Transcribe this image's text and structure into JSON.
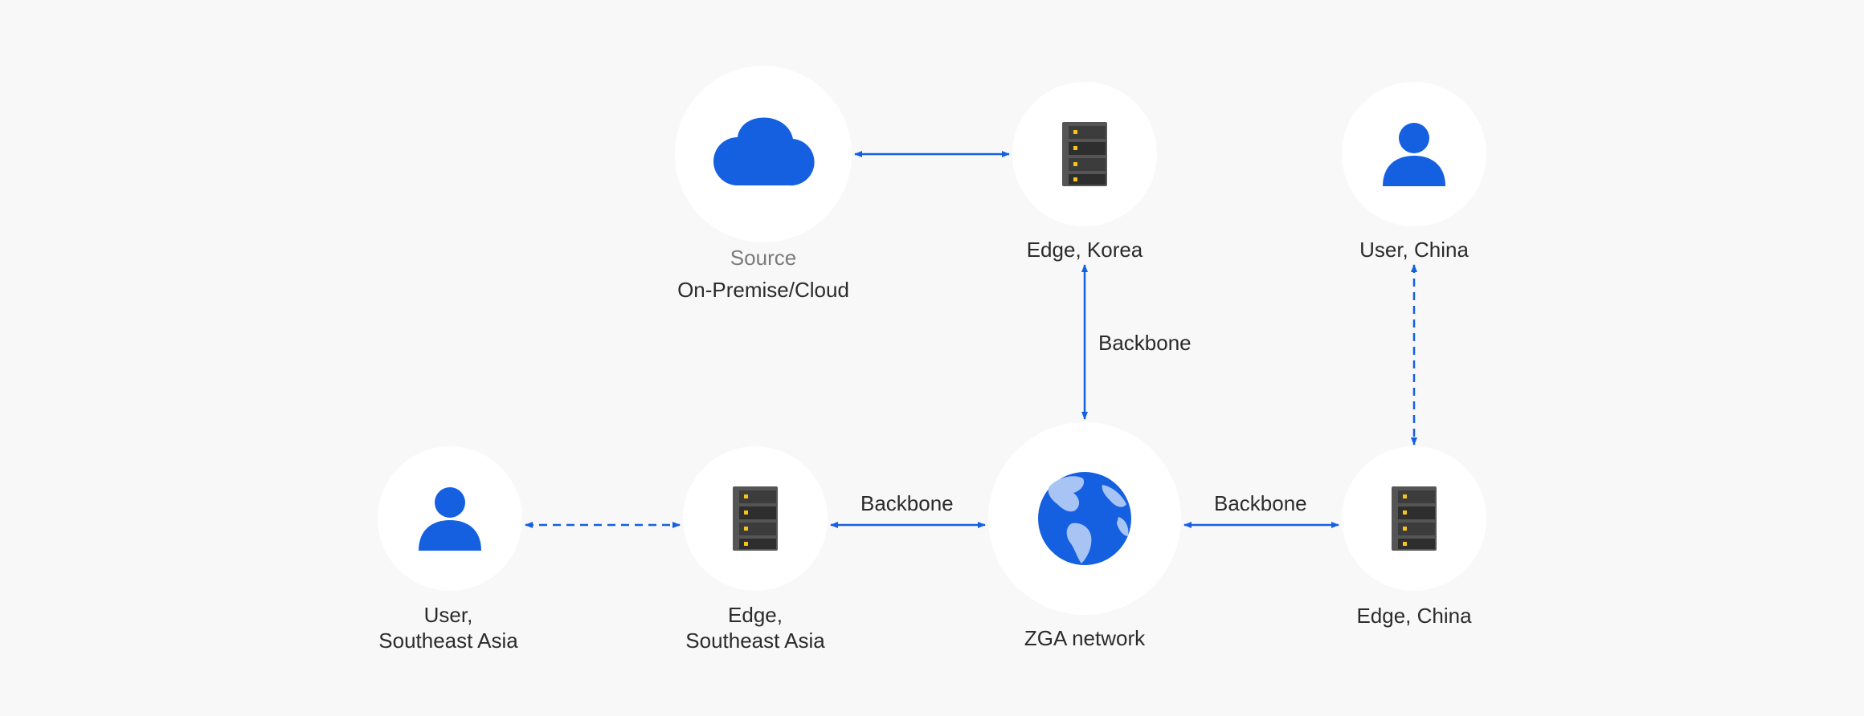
{
  "colors": {
    "background": "#f8f8f8",
    "node_fill": "#ffffff",
    "accent_blue": "#1560e0",
    "globe_land": "#a8c4f5",
    "server_body": "#555555",
    "server_slot": "#2e2e2e",
    "server_light": "#f5c518",
    "text": "#2b2b2b",
    "muted_text": "#7a7a7a"
  },
  "nodes": {
    "source": {
      "icon": "cloud-icon",
      "caption": "Source",
      "label": "On-Premise/Cloud"
    },
    "edge_korea": {
      "icon": "server-icon",
      "label": "Edge, Korea"
    },
    "user_china": {
      "icon": "user-icon",
      "label": "User, China"
    },
    "zga_network": {
      "icon": "globe-icon",
      "label": "ZGA network"
    },
    "edge_china": {
      "icon": "server-icon",
      "label": "Edge, China"
    },
    "edge_sea": {
      "icon": "server-icon",
      "label_line1": "Edge,",
      "label_line2": "Southeast Asia"
    },
    "user_sea": {
      "icon": "user-icon",
      "label_line1": "User,",
      "label_line2": "Southeast Asia"
    }
  },
  "connections": [
    {
      "from": "Source",
      "to": "Edge, Korea",
      "style": "solid",
      "label": ""
    },
    {
      "from": "Edge, Korea",
      "to": "ZGA network",
      "style": "solid",
      "label": "Backbone"
    },
    {
      "from": "Edge, Southeast Asia",
      "to": "ZGA network",
      "style": "solid",
      "label": "Backbone"
    },
    {
      "from": "ZGA network",
      "to": "Edge, China",
      "style": "solid",
      "label": "Backbone"
    },
    {
      "from": "User, Southeast Asia",
      "to": "Edge, Southeast Asia",
      "style": "dashed",
      "label": ""
    },
    {
      "from": "User, China",
      "to": "Edge, China",
      "style": "dashed",
      "label": ""
    }
  ]
}
